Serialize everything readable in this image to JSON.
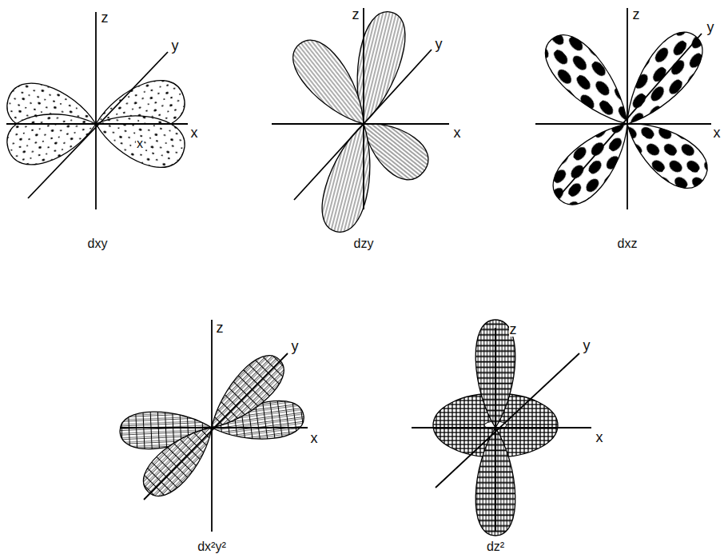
{
  "diagram": {
    "labels": [
      "z",
      "y",
      "x",
      "x",
      "dxy",
      "z",
      "y",
      "x",
      "dzy",
      "z",
      "y",
      "x",
      "dxz",
      "z",
      "y",
      "x",
      "dx²y²",
      "z",
      "y",
      "x",
      "dz²"
    ]
  }
}
